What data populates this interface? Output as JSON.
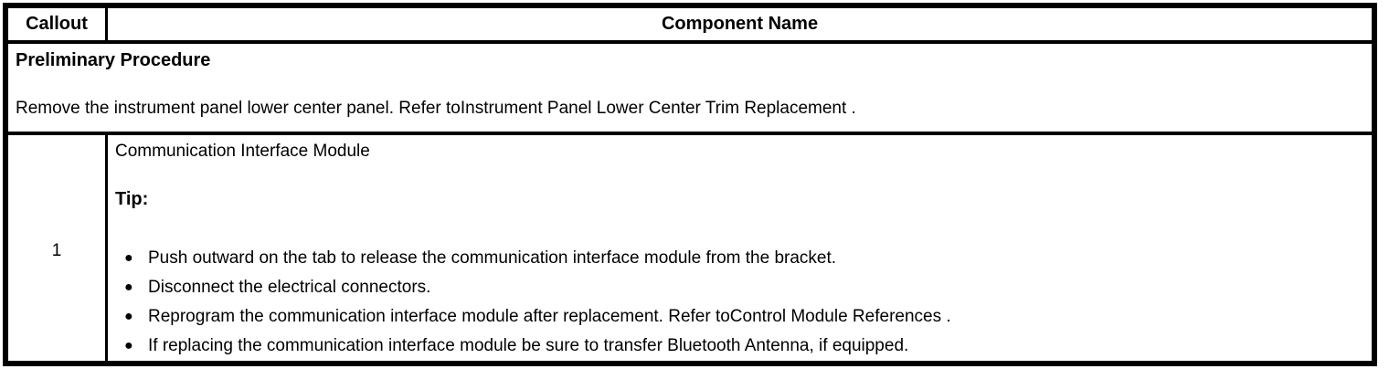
{
  "header": {
    "callout_label": "Callout",
    "component_name_label": "Component Name"
  },
  "preliminary": {
    "title": "Preliminary Procedure",
    "body": "Remove the instrument panel lower center panel. Refer toInstrument Panel Lower Center Trim Replacement ."
  },
  "rows": [
    {
      "callout": "1",
      "component_name": "Communication Interface Module",
      "tip_label": "Tip:",
      "tips": [
        "Push outward on the tab to release the communication interface module from the bracket.",
        "Disconnect the electrical connectors.",
        "Reprogram the communication interface module after replacement. Refer toControl Module References .",
        "If replacing the communication interface module be sure to transfer Bluetooth Antenna, if equipped."
      ]
    }
  ],
  "icons": {
    "bullet": "●"
  },
  "colors": {
    "border": "#000000",
    "text": "#000000",
    "background": "#ffffff"
  }
}
